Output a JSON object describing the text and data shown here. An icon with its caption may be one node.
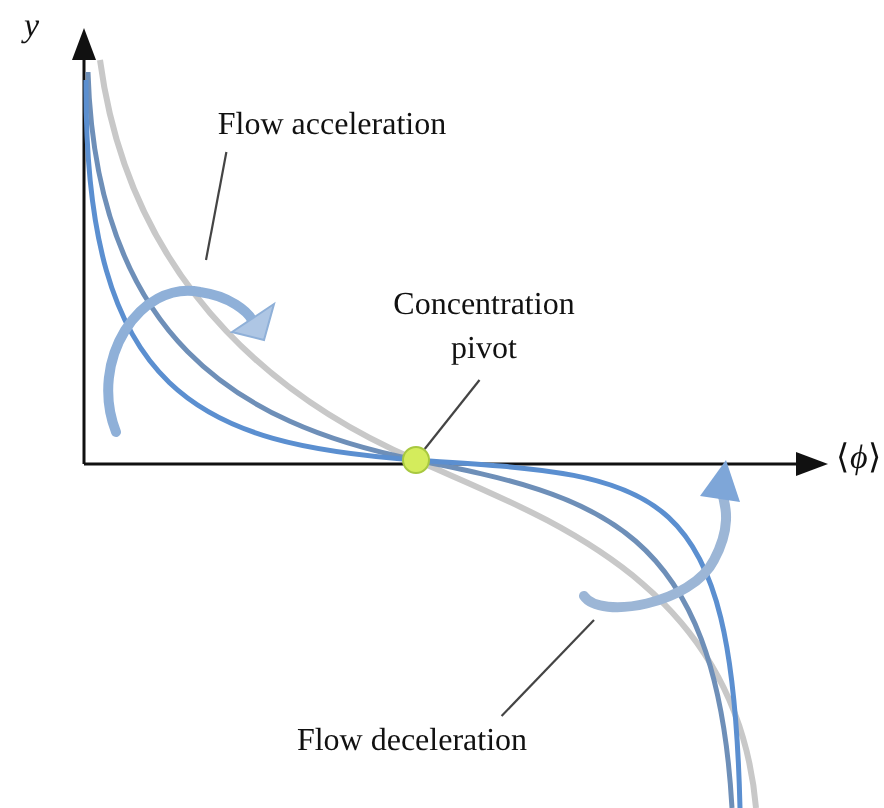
{
  "diagram": {
    "nodes": [
      {
        "text": [
          "Flow acceleration"
        ]
      },
      {
        "text": [
          "Concentration pivot"
        ]
      },
      {
        "text": [],
        "shape": "circle"
      },
      {
        "text": [
          "Flow deceleration"
        ]
      }
    ],
    "edges": [
      {
        "from": 0,
        "to": null,
        "arrow": "none"
      },
      {
        "from": 1,
        "to": 2,
        "arrow": "none"
      },
      {
        "from": 3,
        "to": null,
        "arrow": "none"
      }
    ],
    "labels": [
      "y",
      "⟨*ϕ*⟩"
    ]
  }
}
